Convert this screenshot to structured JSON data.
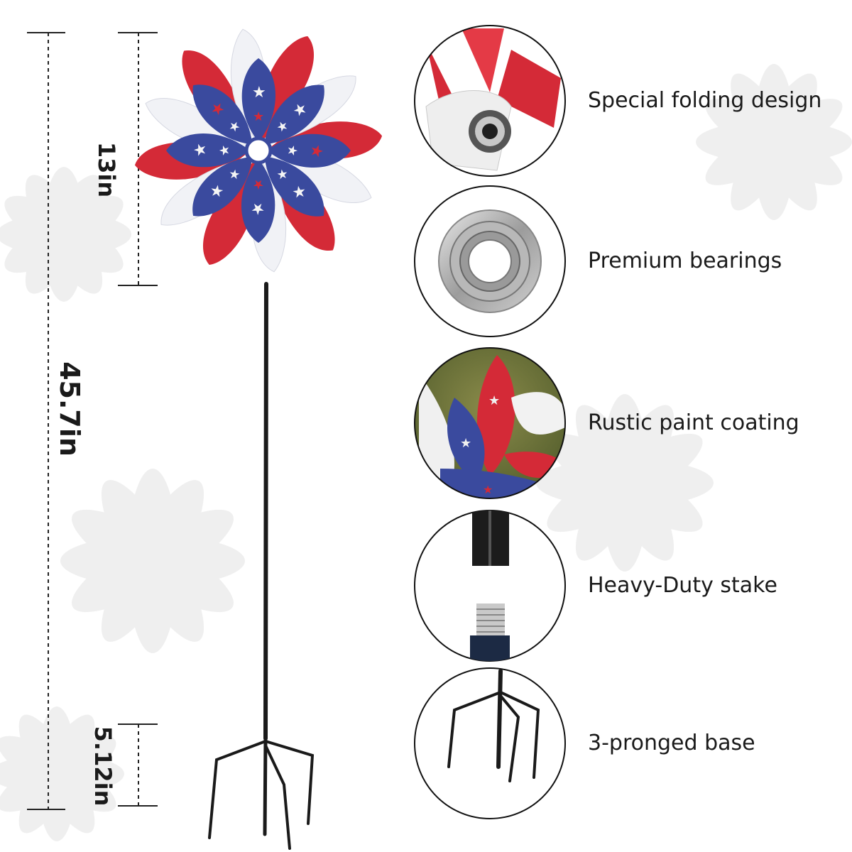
{
  "colors": {
    "red": "#d42a37",
    "blue": "#3a4a9e",
    "white_petal": "#f2f3f6",
    "background_flower": "#ececec",
    "stake": "#1a1a1a",
    "text": "#1a1a1a"
  },
  "dimensions": {
    "total_height": "45.7in",
    "flower_diameter": "13in",
    "base_height": "5.12in"
  },
  "features": [
    {
      "label": "Special folding design",
      "icon": "bearing-closeup-icon"
    },
    {
      "label": "Premium bearings",
      "icon": "bearing-icon"
    },
    {
      "label": "Rustic paint coating",
      "icon": "painted-petals-icon"
    },
    {
      "label": "Heavy-Duty stake",
      "icon": "stake-connector-icon"
    },
    {
      "label": "3-pronged base",
      "icon": "pronged-base-icon"
    }
  ]
}
